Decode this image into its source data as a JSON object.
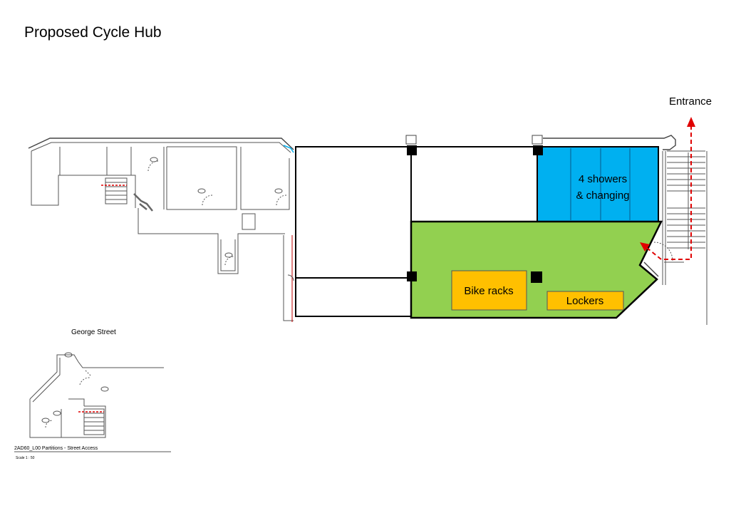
{
  "title": "Proposed Cycle Hub",
  "labels": {
    "entrance": "Entrance",
    "showers_line1": "4 showers",
    "showers_line2": "& changing",
    "bike_racks": "Bike racks",
    "lockers": "Lockers",
    "street": "George Street",
    "inset_title": "2AD60_L00 Partitions - Street Access",
    "inset_scale": "Scale 1 : 50"
  },
  "colors": {
    "showers": "#00b0f0",
    "cycle_area": "#92d050",
    "fixtures": "#ffc000",
    "route_arrow": "#e00000",
    "walls": "#000000"
  }
}
